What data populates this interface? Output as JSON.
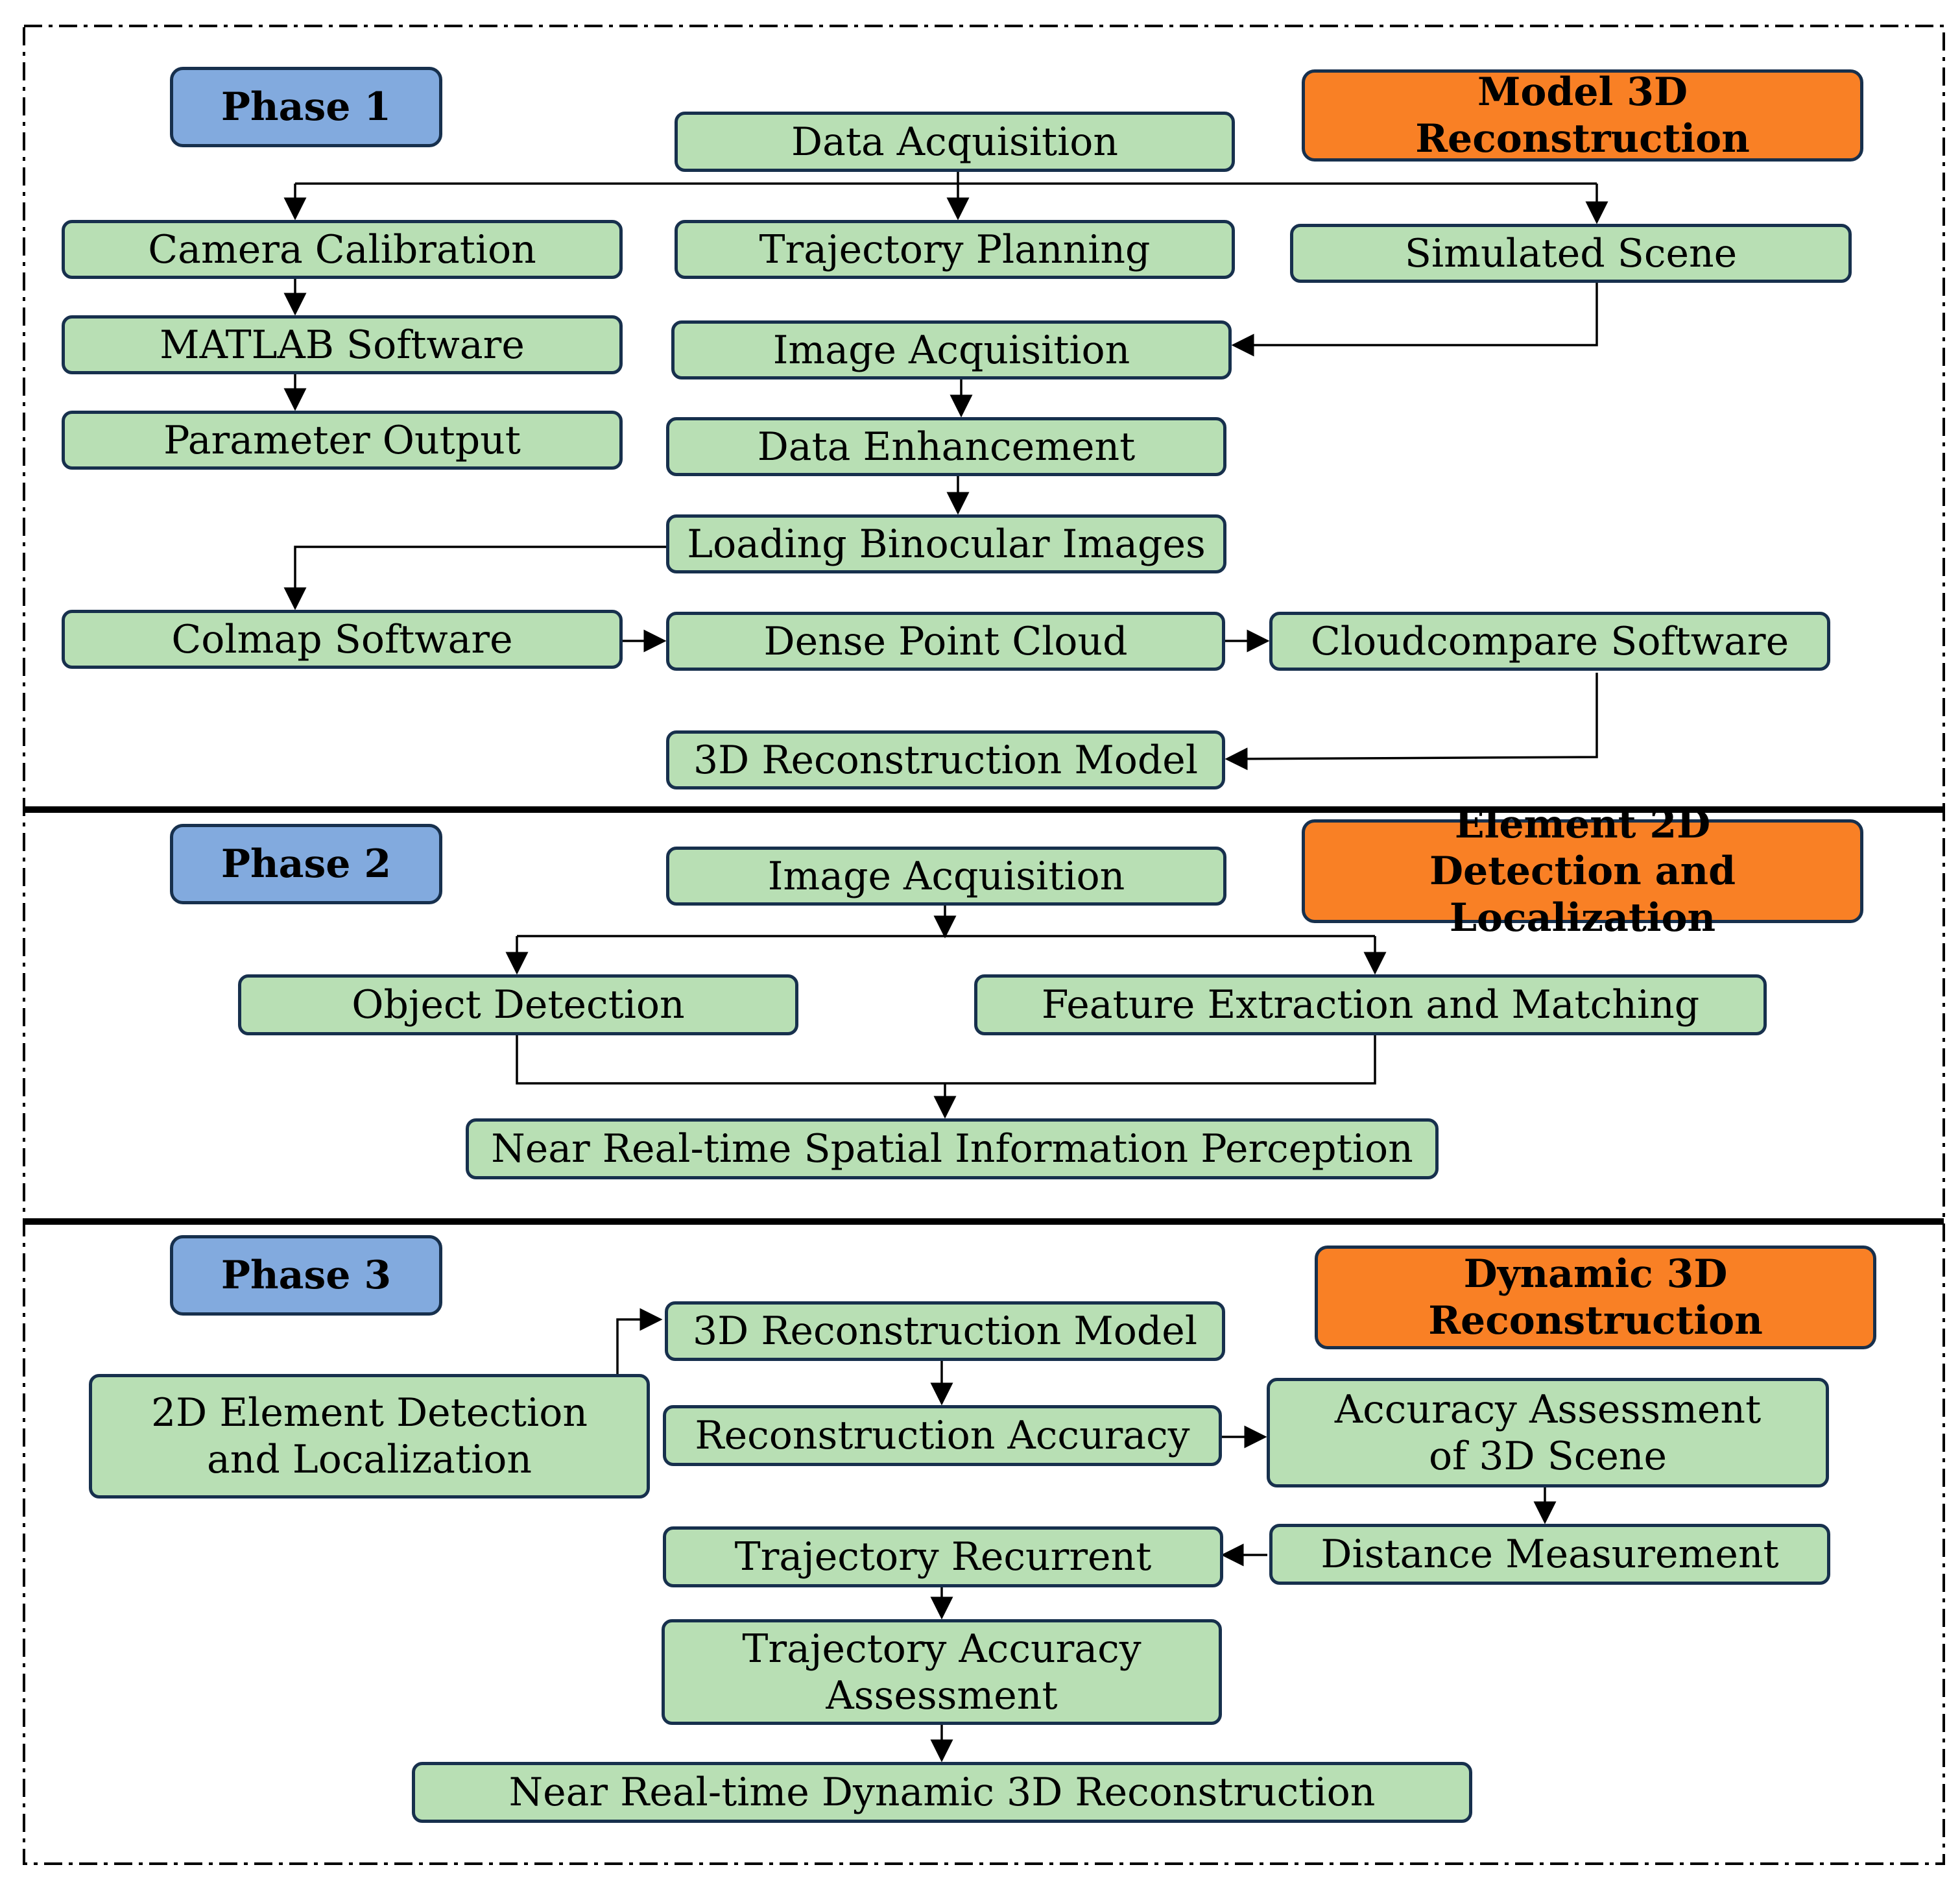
{
  "phases": [
    {
      "label": "Phase 1",
      "title": "Model 3D Reconstruction",
      "steps": {
        "data_acquisition": "Data Acquisition",
        "camera_calibration": "Camera Calibration",
        "trajectory_planning": "Trajectory Planning",
        "simulated_scene": "Simulated Scene",
        "matlab_software": "MATLAB Software",
        "image_acquisition": "Image Acquisition",
        "parameter_output": "Parameter Output",
        "data_enhancement": "Data Enhancement",
        "loading_binocular_images": "Loading Binocular Images",
        "colmap_software": "Colmap Software",
        "dense_point_cloud": "Dense Point Cloud",
        "cloudcompare_software": "Cloudcompare Software",
        "reconstruction_model": "3D Reconstruction Model"
      }
    },
    {
      "label": "Phase 2",
      "title": "Element 2D Detection and Localization",
      "steps": {
        "image_acquisition": "Image Acquisition",
        "object_detection": "Object Detection",
        "feature_extraction": "Feature Extraction and Matching",
        "spatial_perception": "Near Real-time Spatial Information Perception"
      }
    },
    {
      "label": "Phase 3",
      "title": "Dynamic 3D Reconstruction",
      "steps": {
        "reconstruction_model": "3D Reconstruction Model",
        "element_detection": "2D Element Detection and Localization",
        "reconstruction_accuracy": "Reconstruction Accuracy",
        "accuracy_assessment": "Accuracy Assessment of 3D Scene",
        "trajectory_recurrent": "Trajectory Recurrent",
        "distance_measurement": "Distance Measurement",
        "trajectory_accuracy": "Trajectory Accuracy Assessment",
        "dynamic_reconstruction": "Near Real-time Dynamic 3D Reconstruction"
      }
    }
  ],
  "colors": {
    "step_fill": "#b8dfb4",
    "phase_fill": "#82aade",
    "title_fill": "#f98025",
    "border": "#17304d",
    "line": "#000000"
  }
}
